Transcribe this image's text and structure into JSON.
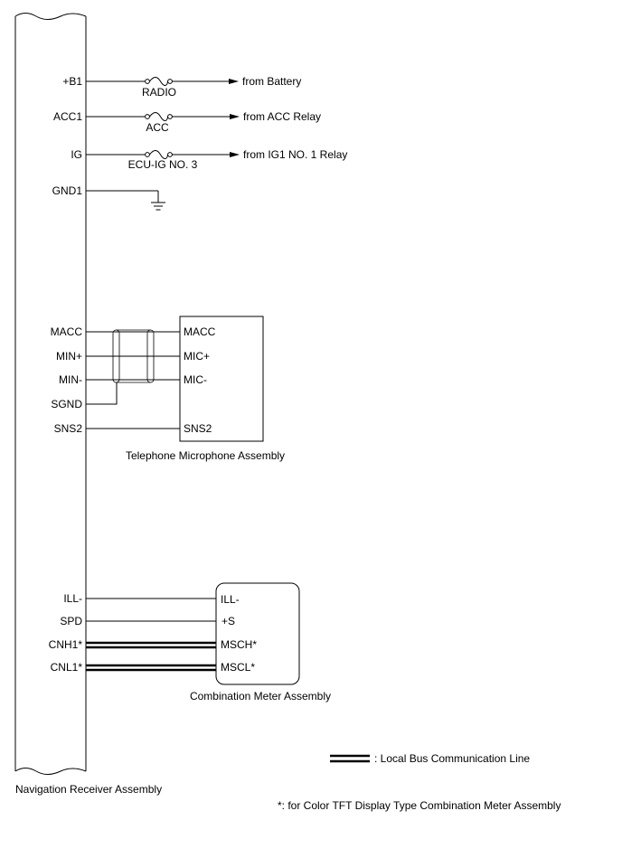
{
  "receiver": {
    "label": "Navigation Receiver Assembly",
    "pins": {
      "b1": "+B1",
      "acc1": "ACC1",
      "ig": "IG",
      "gnd1": "GND1",
      "macc": "MACC",
      "min_plus": "MIN+",
      "min_minus": "MIN-",
      "sgnd": "SGND",
      "sns2": "SNS2",
      "ill": "ILL-",
      "spd": "SPD",
      "cnh1": "CNH1*",
      "cnl1": "CNL1*"
    }
  },
  "power": {
    "fuse_radio": "RADIO",
    "fuse_acc": "ACC",
    "fuse_ecu_ig": "ECU-IG NO. 3",
    "from_battery": "from Battery",
    "from_acc_relay": "from ACC Relay",
    "from_ig1_relay": "from IG1 NO. 1 Relay"
  },
  "microphone": {
    "label": "Telephone Microphone Assembly",
    "pins": {
      "macc": "MACC",
      "mic_plus": "MIC+",
      "mic_minus": "MIC-",
      "sns2": "SNS2"
    }
  },
  "meter": {
    "label": "Combination Meter Assembly",
    "pins": {
      "ill": "ILL-",
      "s": "+S",
      "msch": "MSCH*",
      "mscl": "MSCL*"
    }
  },
  "legend": {
    "bus_line": ": Local Bus Communication Line",
    "footnote": "*: for Color TFT Display Type Combination Meter Assembly"
  }
}
